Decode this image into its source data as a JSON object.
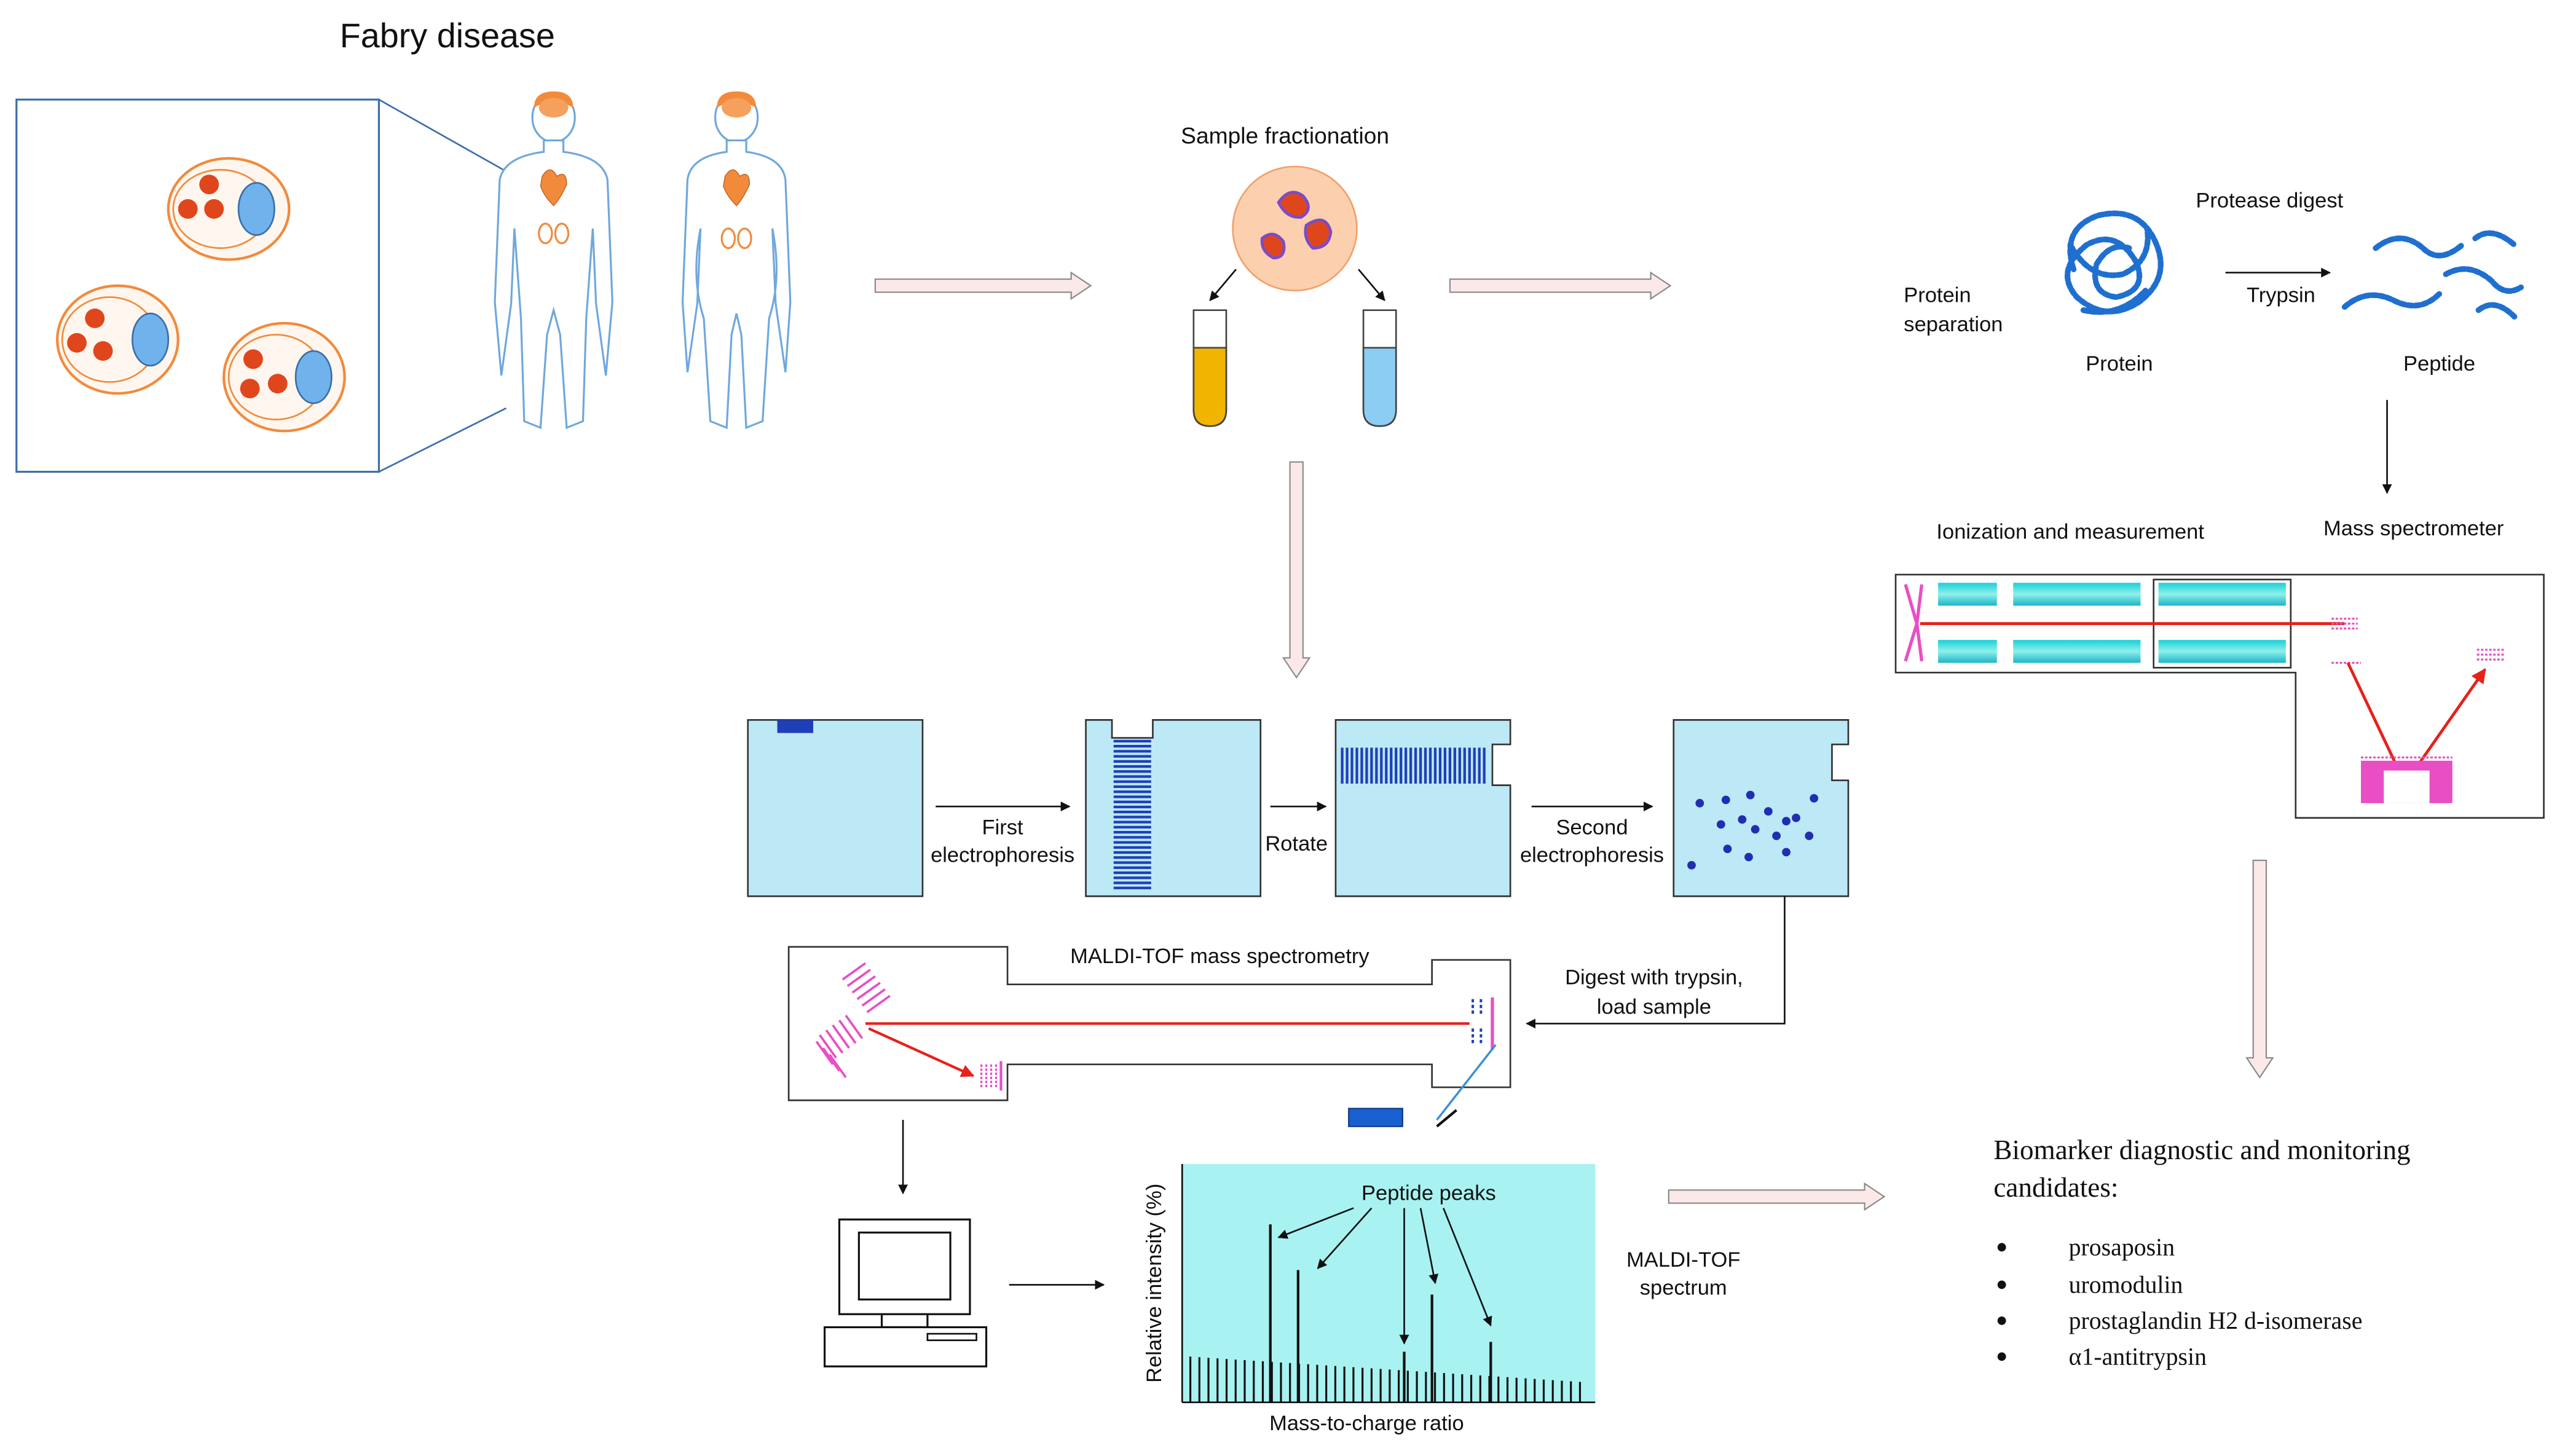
{
  "labels": {
    "fabry": "Fabry disease",
    "sample_fractionation": "Sample fractionation",
    "protease_digest": "Protease digest",
    "protein_separation_1": "Protein",
    "protein_separation_2": "separation",
    "trypsin": "Trypsin",
    "protein": "Protein",
    "peptide": "Peptide",
    "ionization": "Ionization and measurement",
    "mass_spectrometer": "Mass spectrometer",
    "first_1": "First",
    "first_2": "electrophoresis",
    "rotate": "Rotate",
    "second_1": "Second",
    "second_2": "electrophoresis",
    "maldi_tof": "MALDI-TOF mass spectrometry",
    "digest_1": "Digest with trypsin,",
    "digest_2": "load sample",
    "peptide_peaks": "Peptide peaks",
    "y_axis": "Relative intensity (%)",
    "x_axis": "Mass-to-charge ratio",
    "spectrum_1": "MALDI-TOF",
    "spectrum_2": "spectrum",
    "biomarker_1": "Biomarker diagnostic and monitoring",
    "biomarker_2": "candidates:"
  },
  "biomarkers": [
    "prosaposin",
    "uromodulin",
    "prostaglandin H2 d-isomerase",
    "α1-antitrypsin"
  ],
  "colors": {
    "gel": "#bde8f6",
    "gel_band": "#1f3fb8",
    "cell": "#f28a3c",
    "vesicle": "#e0461c",
    "nucleus": "#6fb2ec",
    "arrow_fill": "#fbe9ea",
    "laser": "#e8201a",
    "detector": "#e84fc4",
    "protein": "#1f6fd0",
    "spectrum_bg": "#a8f2f2",
    "tube_yellow": "#f1b400",
    "tube_blue": "#8ccdf3"
  }
}
